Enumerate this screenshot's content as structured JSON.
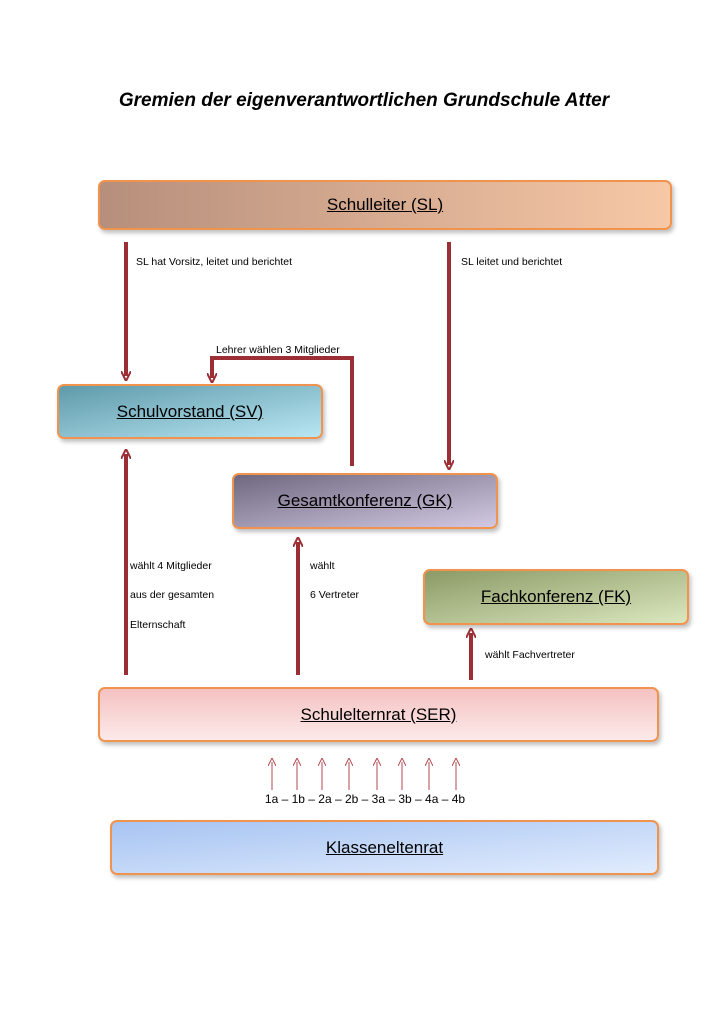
{
  "title": "Gremien der eigenverantwortlichen Grundschule Atter",
  "boxes": {
    "sl": "Schulleiter (SL)",
    "sv": "Schulvorstand (SV)",
    "gk": "Gesamtkonferenz (GK)",
    "fk": "Fachkonferenz (FK)",
    "ser": "Schulelternrat (SER)",
    "ker": "Klasseneltenrat"
  },
  "labels": {
    "sl_to_sv": "SL hat Vorsitz, leitet und berichtet",
    "sl_to_gk": "SL leitet und berichtet",
    "gk_to_sv": "Lehrer wählen 3 Mitglieder",
    "ser_to_sv_1": "wählt 4 Mitglieder",
    "ser_to_sv_2": "aus der gesamten",
    "ser_to_sv_3": "Elternschaft",
    "ser_to_gk_1": "wählt",
    "ser_to_gk_2": "6 Vertreter",
    "ser_to_fk": "wählt Fachvertreter"
  },
  "classes": "1a – 1b – 2a – 2b – 3a – 3b – 4a – 4b",
  "colors": {
    "border": "#f0934e",
    "arrow": "#9b2f35"
  }
}
